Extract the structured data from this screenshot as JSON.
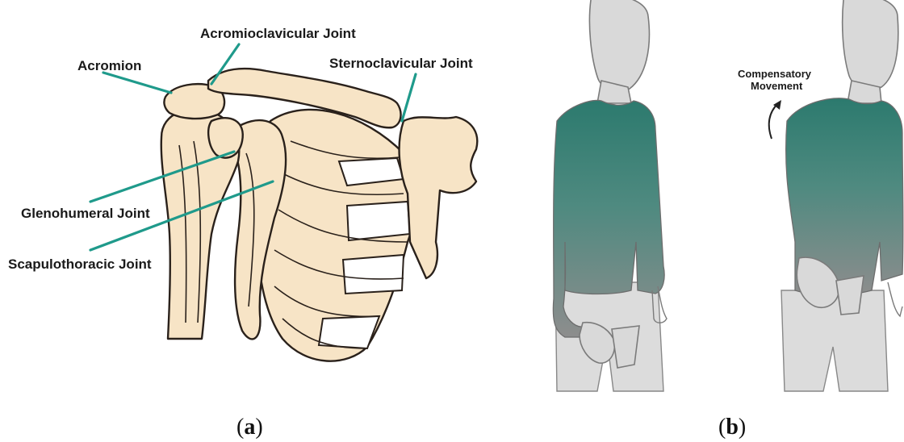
{
  "panel_a": {
    "labels": {
      "acromion": "Acromion",
      "acromioclavicular": "Acromioclavicular Joint",
      "sternoclavicular": "Sternoclavicular Joint",
      "glenohumeral": "Glenohumeral Joint",
      "scapulothoracic": "Scapulothoracic Joint"
    },
    "caption_open": "(",
    "caption_letter": "a",
    "caption_close": ")"
  },
  "panel_b": {
    "annotation_line1": "Compensatory",
    "annotation_line2": "Movement",
    "caption_open": "(",
    "caption_letter": "b",
    "caption_close": ")"
  },
  "colors": {
    "leader_line": "#1f9a8b",
    "bone_fill": "#f7e4c6",
    "shirt_top": "#2c7a6e",
    "shirt_bottom": "#8a8a8a",
    "skin": "#d9d9d9"
  }
}
